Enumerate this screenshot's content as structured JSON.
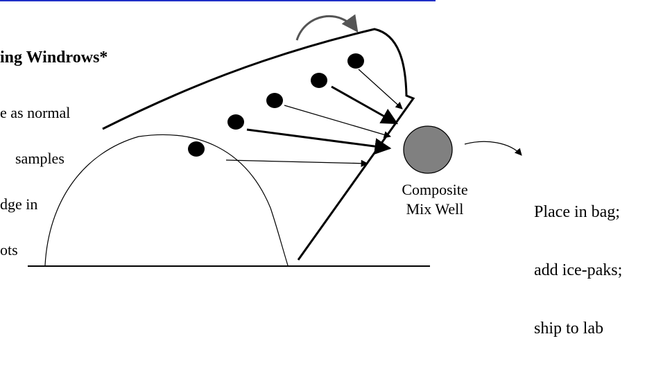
{
  "heading": "ing Windrows*",
  "description_lines": [
    "e as normal",
    "samples",
    "dge in",
    "ots"
  ],
  "composite_label": [
    "Composite",
    "Mix Well"
  ],
  "destination_lines": [
    "Place in bag;",
    "add ice-paks;",
    "ship to lab"
  ],
  "colors": {
    "top_rule": "#1f2fc7",
    "composite_fill": "#808080",
    "sample_dot": "#000000",
    "stroke": "#000000"
  }
}
